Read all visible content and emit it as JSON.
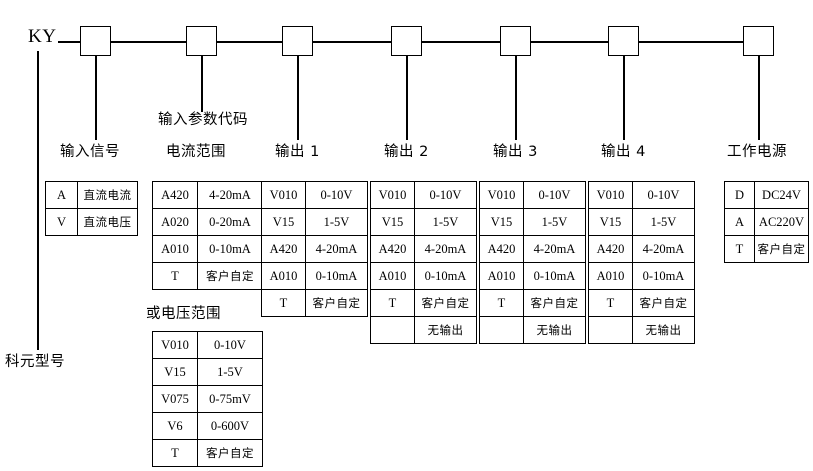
{
  "diagram": {
    "title_prefix": "KY",
    "bottom_left_label": "科元型号",
    "code_boxes": [
      "",
      "",
      "",
      "",
      "",
      "",
      ""
    ]
  },
  "columns": [
    {
      "key": "input_signal",
      "caption": "输入信号",
      "caption_top": "",
      "rows": [
        {
          "code": "A",
          "desc": "直流电流"
        },
        {
          "code": "V",
          "desc": "直流电压"
        }
      ]
    },
    {
      "key": "input_param_code",
      "caption": "电流范围",
      "caption_top": "输入参数代码",
      "rows": [
        {
          "code": "A420",
          "desc": "4-20mA"
        },
        {
          "code": "A020",
          "desc": "0-20mA"
        },
        {
          "code": "A010",
          "desc": "0-10mA"
        },
        {
          "code": "T",
          "desc": "客户自定"
        }
      ]
    },
    {
      "key": "output_1",
      "caption": "输出 1",
      "caption_top": "",
      "rows": [
        {
          "code": "V010",
          "desc": "0-10V"
        },
        {
          "code": "V15",
          "desc": "1-5V"
        },
        {
          "code": "A420",
          "desc": "4-20mA"
        },
        {
          "code": "A010",
          "desc": "0-10mA"
        },
        {
          "code": "T",
          "desc": "客户自定"
        }
      ]
    },
    {
      "key": "output_2",
      "caption": "输出 2",
      "caption_top": "",
      "rows": [
        {
          "code": "V010",
          "desc": "0-10V"
        },
        {
          "code": "V15",
          "desc": "1-5V"
        },
        {
          "code": "A420",
          "desc": "4-20mA"
        },
        {
          "code": "A010",
          "desc": "0-10mA"
        },
        {
          "code": "T",
          "desc": "客户自定"
        },
        {
          "code": "",
          "desc": "无输出"
        }
      ]
    },
    {
      "key": "output_3",
      "caption": "输出 3",
      "caption_top": "",
      "rows": [
        {
          "code": "V010",
          "desc": "0-10V"
        },
        {
          "code": "V15",
          "desc": "1-5V"
        },
        {
          "code": "A420",
          "desc": "4-20mA"
        },
        {
          "code": "A010",
          "desc": "0-10mA"
        },
        {
          "code": "T",
          "desc": "客户自定"
        },
        {
          "code": "",
          "desc": "无输出"
        }
      ]
    },
    {
      "key": "output_4",
      "caption": "输出 4",
      "caption_top": "",
      "rows": [
        {
          "code": "V010",
          "desc": "0-10V"
        },
        {
          "code": "V15",
          "desc": "1-5V"
        },
        {
          "code": "A420",
          "desc": "4-20mA"
        },
        {
          "code": "A010",
          "desc": "0-10mA"
        },
        {
          "code": "T",
          "desc": "客户自定"
        },
        {
          "code": "",
          "desc": "无输出"
        }
      ]
    },
    {
      "key": "power_supply",
      "caption": "工作电源",
      "caption_top": "",
      "rows": [
        {
          "code": "D",
          "desc": "DC24V"
        },
        {
          "code": "A",
          "desc": "AC220V"
        },
        {
          "code": "T",
          "desc": "客户自定"
        }
      ]
    }
  ],
  "voltage_range": {
    "caption": "或电压范围",
    "rows": [
      {
        "code": "V010",
        "desc": "0-10V"
      },
      {
        "code": "V15",
        "desc": "1-5V"
      },
      {
        "code": "V075",
        "desc": "0-75mV"
      },
      {
        "code": "V6",
        "desc": "0-600V"
      },
      {
        "code": "T",
        "desc": "客户自定"
      }
    ]
  },
  "colors": {
    "line": "#000000",
    "background": "#ffffff",
    "text": "#000000"
  }
}
